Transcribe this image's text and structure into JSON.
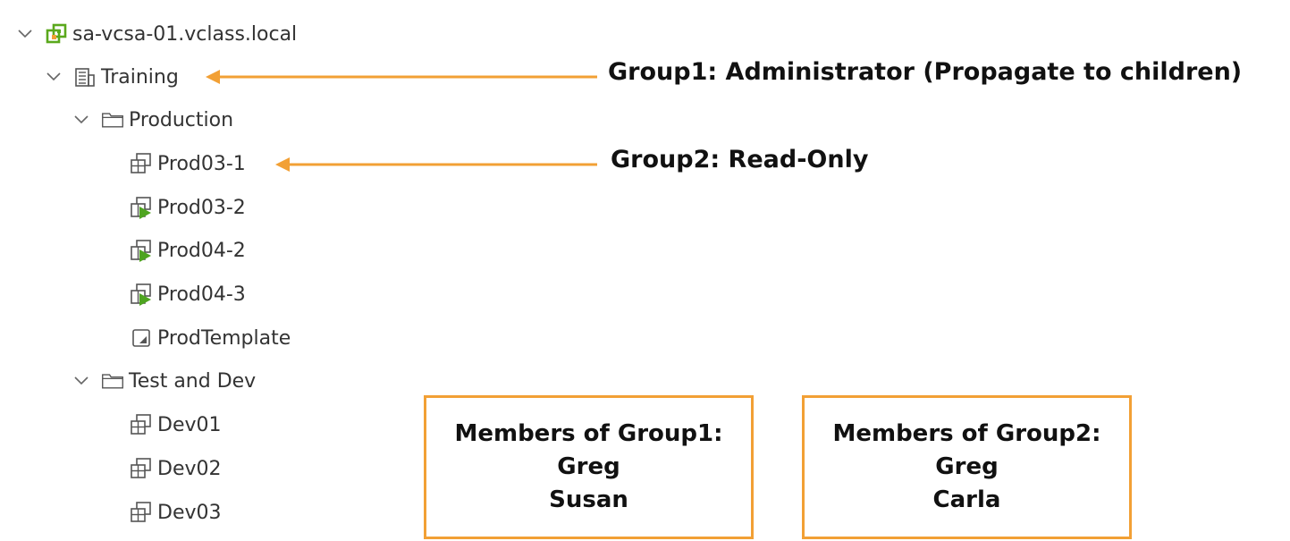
{
  "tree": {
    "vcenter": {
      "label": "sa-vcsa-01.vclass.local",
      "icon": "vcenter-icon"
    },
    "datacenter": {
      "label": "Training",
      "icon": "datacenter-icon"
    },
    "folder_production": {
      "label": "Production",
      "icon": "folder-icon"
    },
    "production_items": [
      {
        "label": "Prod03-1",
        "icon": "vm-icon"
      },
      {
        "label": "Prod03-2",
        "icon": "vm-powered-on-icon"
      },
      {
        "label": "Prod04-2",
        "icon": "vm-powered-on-icon"
      },
      {
        "label": "Prod04-3",
        "icon": "vm-powered-on-icon"
      },
      {
        "label": "ProdTemplate",
        "icon": "vm-template-icon"
      }
    ],
    "folder_testdev": {
      "label": "Test and Dev",
      "icon": "folder-icon"
    },
    "testdev_items": [
      {
        "label": "Dev01",
        "icon": "vm-icon"
      },
      {
        "label": "Dev02",
        "icon": "vm-icon"
      },
      {
        "label": "Dev03",
        "icon": "vm-icon"
      }
    ]
  },
  "annotations": {
    "group1": "Group1: Administrator (Propagate to children)",
    "group2": "Group2: Read-Only"
  },
  "boxes": {
    "group1": {
      "title": "Members of Group1:",
      "members": [
        "Greg",
        "Susan"
      ]
    },
    "group2": {
      "title": "Members of Group2:",
      "members": [
        "Greg",
        "Carla"
      ]
    }
  },
  "colors": {
    "accent": "#f2a035",
    "vcenter_green": "#5aa81c",
    "power_green": "#4ea420",
    "icon_gray": "#555555"
  }
}
